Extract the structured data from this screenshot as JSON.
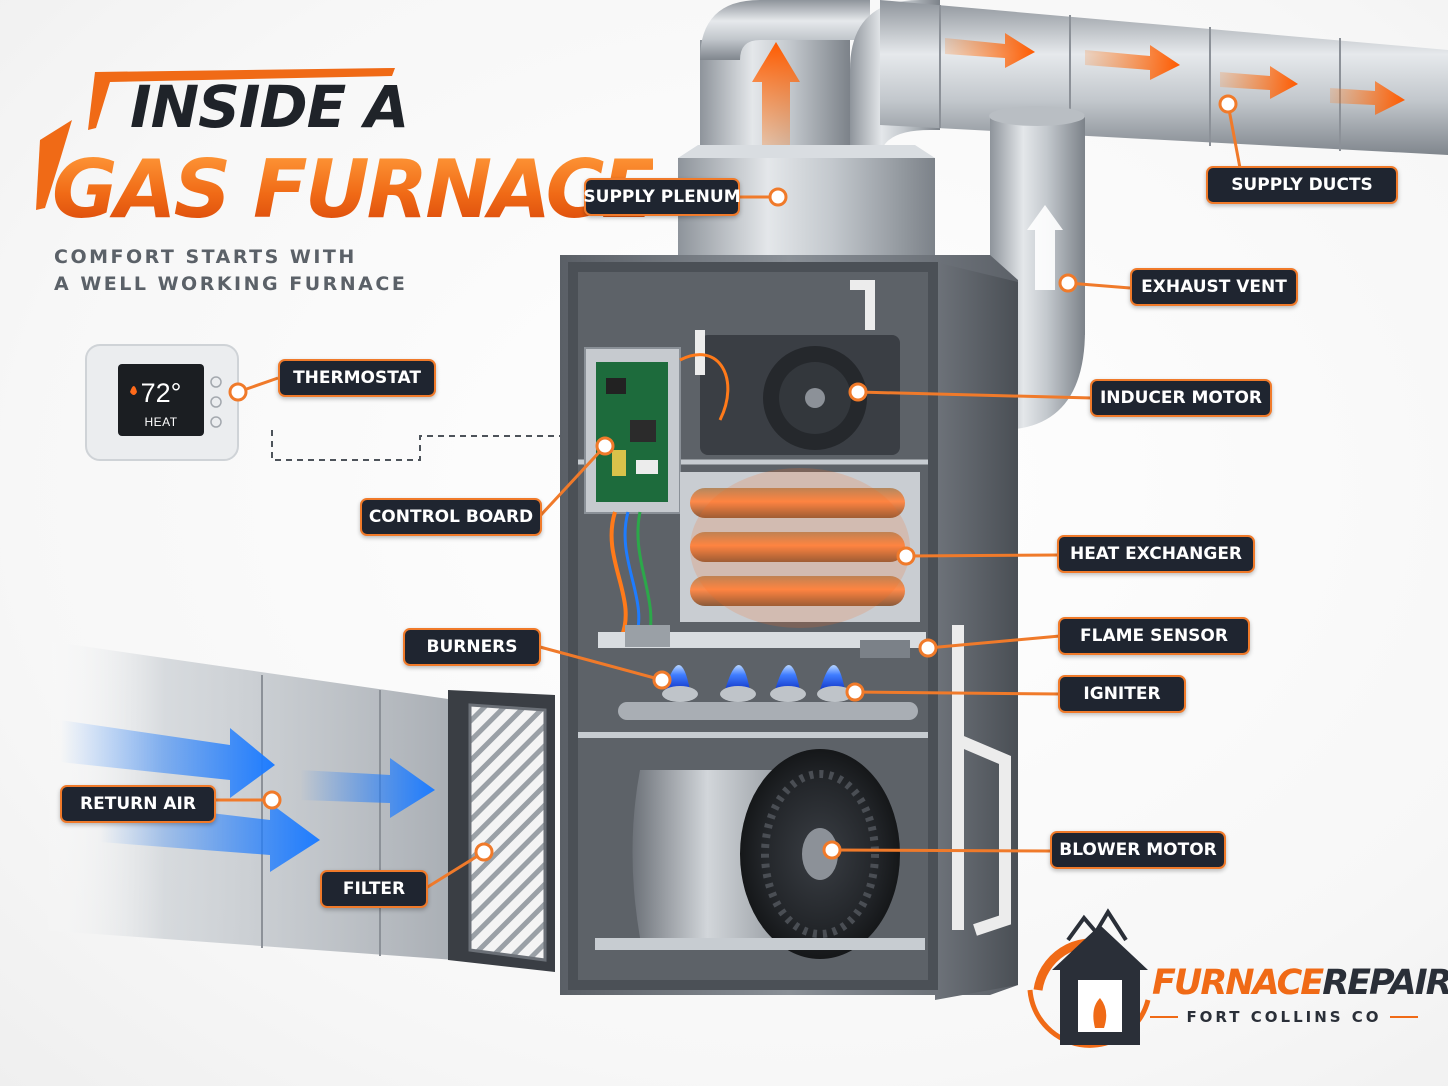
{
  "title": {
    "line1": "INSIDE A",
    "line2": "GAS FURNACE"
  },
  "subtitle": {
    "line1": "COMFORT STARTS WITH",
    "line2": "A WELL WORKING FURNACE"
  },
  "thermostat": {
    "temperature": "72°",
    "mode": "HEAT"
  },
  "callouts": {
    "supply_plenum": "SUPPLY PLENUM",
    "supply_ducts": "SUPPLY DUCTS",
    "exhaust_vent": "EXHAUST VENT",
    "thermostat": "THERMOSTAT",
    "inducer_motor": "INDUCER MOTOR",
    "control_board": "CONTROL BOARD",
    "heat_exchanger": "HEAT EXCHANGER",
    "flame_sensor": "FLAME SENSOR",
    "burners": "BURNERS",
    "igniter": "IGNITER",
    "return_air": "RETURN AIR",
    "blower_motor": "BLOWER MOTOR",
    "filter": "FILTER"
  },
  "brand": {
    "name_part1": "FURNACE",
    "name_part2": "REPAIR",
    "tagline": "FORT COLLINS CO"
  },
  "colors": {
    "accent": "#f06a16",
    "callout_bg": "#1f2530",
    "flame": "#2f6bff",
    "air_flow": "#1e7cff"
  }
}
